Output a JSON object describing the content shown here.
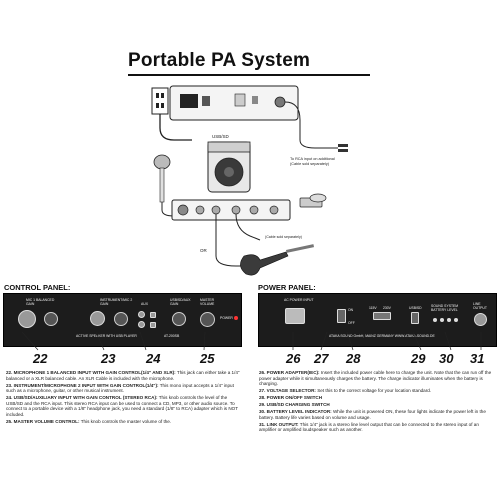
{
  "title": "Portable PA System",
  "diagram": {
    "usb_sd_label": "USB/SD",
    "rca_note": "To RCA input on additional\n(Cable sold separately)",
    "cable_note": "(Cable sold separately)",
    "or_label": "OR"
  },
  "control_panel": {
    "label": "CONTROL PANEL:",
    "labels": {
      "mic1": "MIC 1 BALANCED\nGAIN",
      "instrument": "INSTRUMENT/MIC 2\nGAIN",
      "aux": "AUX",
      "usb_sd": "USB/SD/AUX\nGAIN",
      "master": "MASTER\nVOLUME",
      "power": "POWER",
      "bottom": "ACTIVE SPEAKER WITH USB PLAYER",
      "model": "AT-200SB"
    },
    "callouts": [
      "22",
      "23",
      "24",
      "25"
    ]
  },
  "power_panel": {
    "label": "POWER PANEL:",
    "labels": {
      "power_adapter": "AC POWER INPUT",
      "on": "ON",
      "off": "OFF",
      "v115": "115V",
      "v230": "230V",
      "usb_sd": "USB/SD",
      "battery": "SOUND SYSTEM\nBATTERY LEVEL",
      "line_output": "LINE\nOUTPUT",
      "bottom": "ATAKA SOUND GmbH, MAINZ GERMANY   WWW.ATAKA-SOUND.DE"
    },
    "callouts": [
      "26",
      "27",
      "28",
      "29",
      "30",
      "31"
    ]
  },
  "control_descriptions": [
    {
      "num": "22.",
      "head": "MICROPHONE 1 BALANCED INPUT WITH GAIN CONTROL(1/4\" AND XLR):",
      "text": "This jack can either take a 1/4\" balanced or a XLR balanced cable. An XLR Cable is included with the microphone."
    },
    {
      "num": "23.",
      "head": "INSTRUMENT/MICROPHONE 2 INPUT WITH GAIN CONTROL(1/4\"):",
      "text": "This mono input accepts a 1/4\" input such as a microphone, guitar, or other musical instrument."
    },
    {
      "num": "24.",
      "head": "USB/SD/AUXILIARY INPUT WITH GAIN CONTROL (STEREO RCA):",
      "text": "This knob controls the level of the USB/SD and the RCA input. This stereo RCA input can be used to connect a CD, MP3, or other audio source. To connect to a portable device with a 1/8\" headphone jack, you need a standard (1/8\" to RCA) adapter which is NOT included."
    },
    {
      "num": "25.",
      "head": "MASTER VOLUME CONTROL:",
      "text": "This knob controls the master volume of the."
    }
  ],
  "power_descriptions": [
    {
      "num": "26.",
      "head": "POWER ADAPTER(IEC):",
      "text": "Insert the included power cable here to charge the unit. Note that the can run off the power adapter while it simultaneously charges the battery. The charge indicator illuminates when the battery is charging."
    },
    {
      "num": "27.",
      "head": "VOLTAGE SELECTOR:",
      "text": "Set this to the correct voltage for your location standard."
    },
    {
      "num": "28.",
      "head": "POWER ON/OFF SWITCH",
      "text": ""
    },
    {
      "num": "29.",
      "head": "USB/SD CHARGING SWITCH",
      "text": ""
    },
    {
      "num": "30.",
      "head": "BATTERY LEVEL INDICATOR:",
      "text": "While the unit is powered ON, these four lights indicate the power left in the battery. Battery life varies based on volume and usage."
    },
    {
      "num": "31.",
      "head": "LINK OUTPUT:",
      "text": "This 1/4\" jack is a stereo line level output that can be connected to the stereo input of an amplifier or amplified loudspeaker such as another."
    }
  ]
}
